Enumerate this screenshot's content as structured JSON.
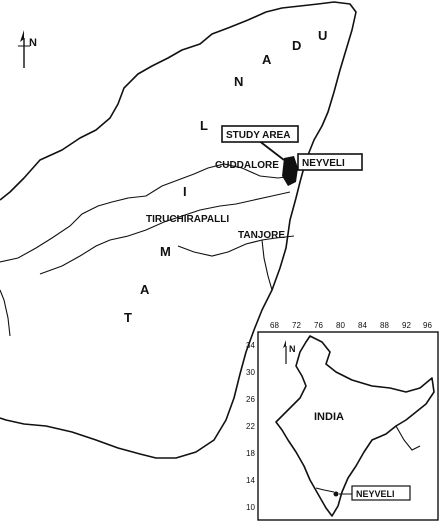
{
  "map": {
    "state_letters": [
      "T",
      "A",
      "M",
      "I",
      "L",
      "N",
      "A",
      "D",
      "U"
    ],
    "north_symbol": "N",
    "labels": {
      "study_area": "STUDY AREA",
      "neyveli": "NEYVELI",
      "cuddalore": "CUDDALORE",
      "tiruchirapalli": "TIRUCHIRAPALLI",
      "tanjore": "TANJORE"
    }
  },
  "inset": {
    "country": "INDIA",
    "north_symbol": "N",
    "locator_label": "NEYVELI",
    "lon_ticks": [
      "68",
      "72",
      "76",
      "80",
      "84",
      "88",
      "92",
      "96"
    ],
    "lat_ticks": [
      "34",
      "30",
      "26",
      "22",
      "18",
      "14",
      "10"
    ]
  }
}
